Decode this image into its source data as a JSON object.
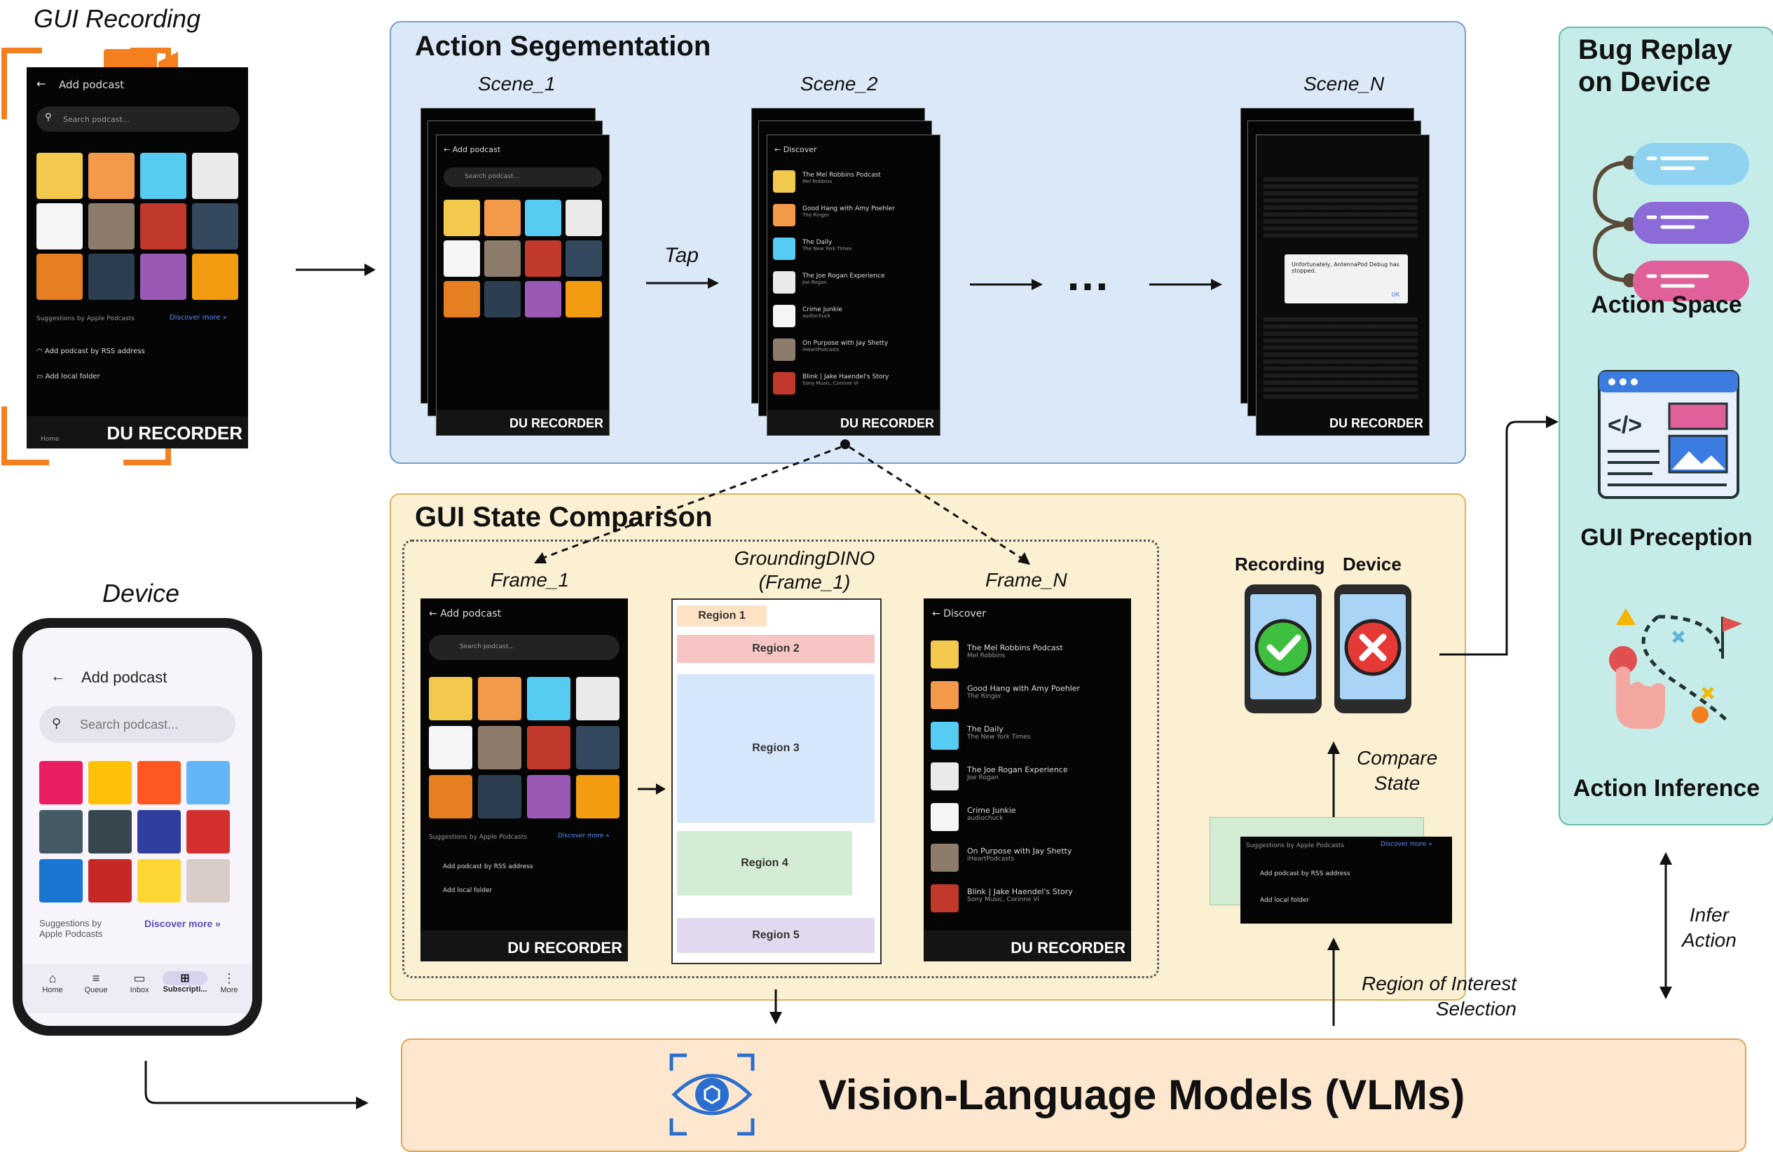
{
  "left": {
    "gui_recording_label": "GUI Recording",
    "device_label": "Device",
    "recording_phone": {
      "header": "Add podcast",
      "search_placeholder": "Search podcast...",
      "suggestions": "Suggestions by Apple Podcasts",
      "discover_more": "Discover more »",
      "rss": "Add podcast by RSS address",
      "local_folder": "Add local folder",
      "nav_home": "Home",
      "watermark": "DU RECORDER"
    },
    "device_phone": {
      "header": "Add podcast",
      "search_placeholder": "Search podcast...",
      "suggestions": "Suggestions by Apple Podcasts",
      "discover_more": "Discover more »",
      "nav": [
        "Home",
        "Queue",
        "Inbox",
        "Subscripti...",
        "More"
      ]
    }
  },
  "action_segmentation": {
    "title": "Action Segementation",
    "scenes": [
      "Scene_1",
      "Scene_2",
      "Scene_N"
    ],
    "tap_label": "Tap",
    "ellipsis": "…",
    "scene1_header": "Add podcast",
    "scene1_search": "Search podcast...",
    "scene2_header": "Discover",
    "podcasts": [
      {
        "title": "The Mel Robbins Podcast",
        "sub": "Mel Robbins"
      },
      {
        "title": "Good Hang with Amy Poehler",
        "sub": "The Ringer"
      },
      {
        "title": "The Daily",
        "sub": "The New York Times"
      },
      {
        "title": "The Joe Rogan Experience",
        "sub": "Joe Rogan"
      },
      {
        "title": "Crime Junkie",
        "sub": "audiochuck"
      },
      {
        "title": "On Purpose with Jay Shetty",
        "sub": "iHeartPodcasts"
      },
      {
        "title": "Blink | Jake Haendel's Story",
        "sub": "Sony Music, Corinne Vi"
      }
    ],
    "error_dialog": "Unfortunately, AntennaPod Debug has stopped.",
    "error_ok": "OK",
    "watermark": "DU RECORDER"
  },
  "gui_state": {
    "title": "GUI State Comparison",
    "frame_1": "Frame_1",
    "grounding_title": "GroundingDINO",
    "grounding_sub": "(Frame_1)",
    "frame_n": "Frame_N",
    "regions": [
      "Region 1",
      "Region 2",
      "Region 3",
      "Region 4",
      "Region 5"
    ],
    "recording_label": "Recording",
    "device_label": "Device",
    "compare_state": [
      "Compare",
      "State"
    ],
    "roi_selection": [
      "Region of Interest",
      "Selection"
    ],
    "roi_suggestions": "Suggestions by Apple Podcasts",
    "roi_discover": "Discover more »",
    "roi_rss": "Add podcast by RSS address",
    "roi_local": "Add local folder",
    "watermark": "DU RECORDER"
  },
  "bug_replay": {
    "title_lines": [
      "Bug Replay",
      "on Device"
    ],
    "items": [
      "Action Space",
      "GUI Preception",
      "Action Inference"
    ],
    "infer_action": [
      "Infer",
      "Action"
    ]
  },
  "vlm": {
    "label": "Vision-Language Models (VLMs)"
  },
  "colors": {
    "action_seg_bg": "#dbe8f7",
    "gui_state_bg": "#fbf0d2",
    "bug_replay_bg": "#c5ece8",
    "vlm_bg": "#fde8cf",
    "orange": "#f47f1f"
  }
}
